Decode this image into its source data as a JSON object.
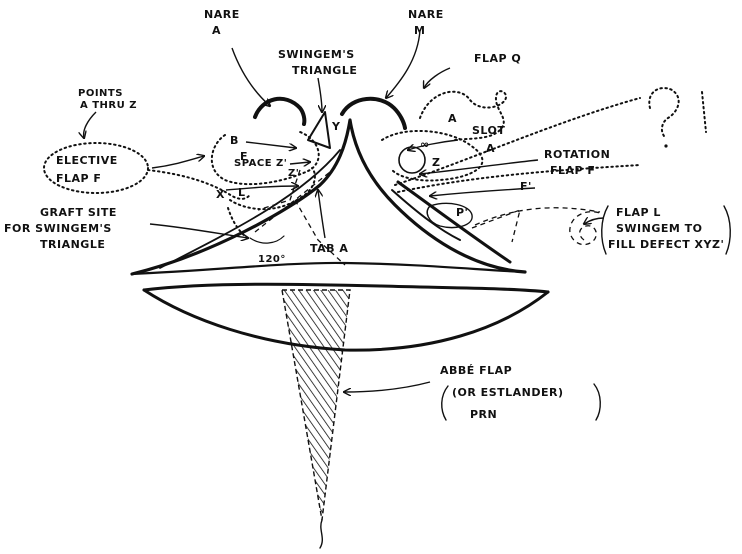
{
  "labels": {
    "nare_a": [
      "NARE",
      "A"
    ],
    "nare_m": [
      "NARE",
      "M"
    ],
    "swingem_triangle": [
      "SWINGEM'S",
      "TRIANGLE"
    ],
    "flap_q": "FLAP Q",
    "points_athruz": [
      "POINTS",
      "A THRU Z"
    ],
    "elective_flap": [
      "ELECTIVE",
      "FLAP F"
    ],
    "graft_site": [
      "GRAFT SITE",
      "FOR SWINGEM'S",
      "TRIANGLE"
    ],
    "slot": [
      "SLOT",
      "A"
    ],
    "rotation_flap": [
      "ROTATION",
      "FLAP F"
    ],
    "flap_l": [
      "FLAP L",
      "SWINGEM TO",
      "FILL DEFECT XYZ'"
    ],
    "abbe_flap": [
      "ABBÉ FLAP",
      "(OR ESTLANDER)",
      "PRN"
    ],
    "tab_a": "TAB A",
    "angle": "120°",
    "space_z": "SPACE Z'",
    "pt_a": "A",
    "pt_b": "B",
    "pt_f": "F",
    "pt_x": "X",
    "pt_l": "L",
    "pt_y": "Y",
    "pt_z": "Z",
    "pt_zp": "Z'",
    "pt_p": "P'",
    "pt_fp": "F'",
    "infinity": "∞",
    "question": "?"
  }
}
